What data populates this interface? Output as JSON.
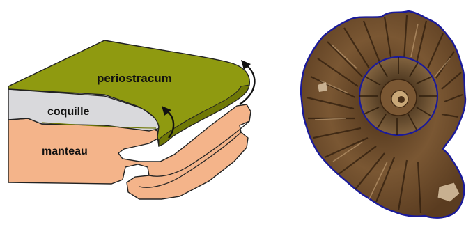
{
  "labels": {
    "periostracum": "periostracum",
    "coquille": "coquille",
    "manteau": "manteau"
  },
  "colors": {
    "periostracum": "#8f9a10",
    "periostracum_dark": "#6f7806",
    "coquille": "#d9d9dc",
    "manteau": "#f4b48a",
    "manteau_dark": "#e39a6c",
    "outline": "#222222",
    "arrow": "#111111",
    "ammonite_outline": "#1a1a9a",
    "ammonite_body": "#6b4a2c"
  }
}
